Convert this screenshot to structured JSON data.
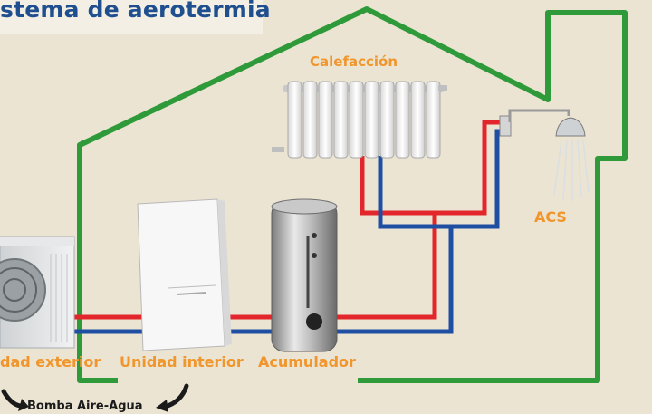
{
  "title": "stema de aerotermia",
  "labels": {
    "calefaccion": "Calefacción",
    "acs": "ACS",
    "unidad_exterior": "dad exterior",
    "unidad_interior": "Unidad interior",
    "acumulador": "Acumulador",
    "bomba": "Bomba Aire-Agua"
  },
  "colors": {
    "background": "#ebe4d3",
    "house_outline": "#2e9a3a",
    "hot_pipe": "#e3262b",
    "cold_pipe": "#1f4fa3",
    "label": "#f0962c",
    "title": "#1f4f8f"
  },
  "icons": [
    "outdoor-unit",
    "indoor-unit",
    "water-tank",
    "radiator",
    "shower-head",
    "arrow-icon"
  ]
}
